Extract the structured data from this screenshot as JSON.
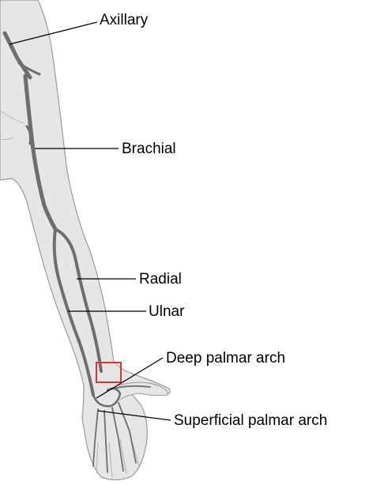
{
  "labels": {
    "axillary": "Axillary",
    "brachial": "Brachial",
    "radial": "Radial",
    "ulnar": "Ulnar",
    "deep_palmar_arch": "Deep palmar arch",
    "superficial_palmar_arch": "Superficial palmar arch"
  },
  "colors": {
    "skin": "#e6e6e6",
    "skin_outline": "#9a9a9a",
    "artery": "#6e6e6e",
    "leader_line": "#000000",
    "highlight_box": "#e8312a"
  }
}
